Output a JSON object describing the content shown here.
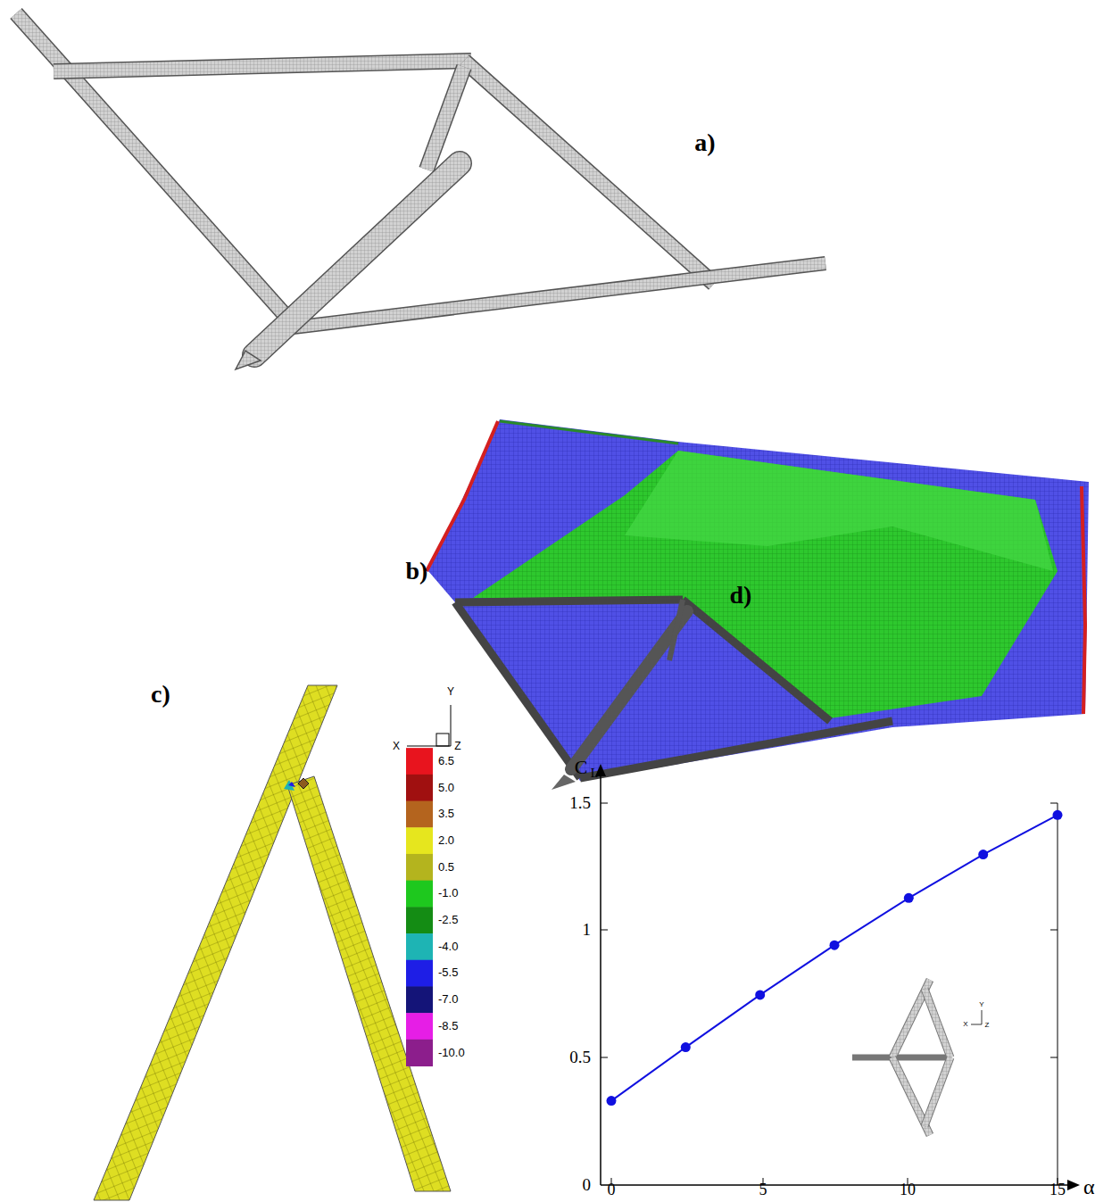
{
  "diagram": {
    "labels": [
      "a)",
      "b)",
      "c)",
      "d)",
      "Y",
      "X",
      "Z",
      "C",
      "L",
      "α",
      "0",
      "0.5",
      "1",
      "1.5",
      "0",
      "5",
      "10",
      "15",
      "Y",
      "X",
      "Z"
    ],
    "legend": [
      {
        "text": "6.5",
        "color": "#e8141e"
      },
      {
        "text": "5.0",
        "color": "#a01010"
      },
      {
        "text": "3.5",
        "color": "#b4641e"
      },
      {
        "text": "2.0",
        "color": "#e6e61e"
      },
      {
        "text": "0.5",
        "color": "#b4b41e"
      },
      {
        "text": "-1.0",
        "color": "#1ec81e"
      },
      {
        "text": "-2.5",
        "color": "#148c14"
      },
      {
        "text": "-4.0",
        "color": "#1eb4b4"
      },
      {
        "text": "-5.5",
        "color": "#1e1ee6"
      },
      {
        "text": "-7.0",
        "color": "#141478"
      },
      {
        "text": "-8.5",
        "color": "#e61ee6"
      },
      {
        "text": "-10.0",
        "color": "#8c1e8c"
      }
    ]
  }
}
